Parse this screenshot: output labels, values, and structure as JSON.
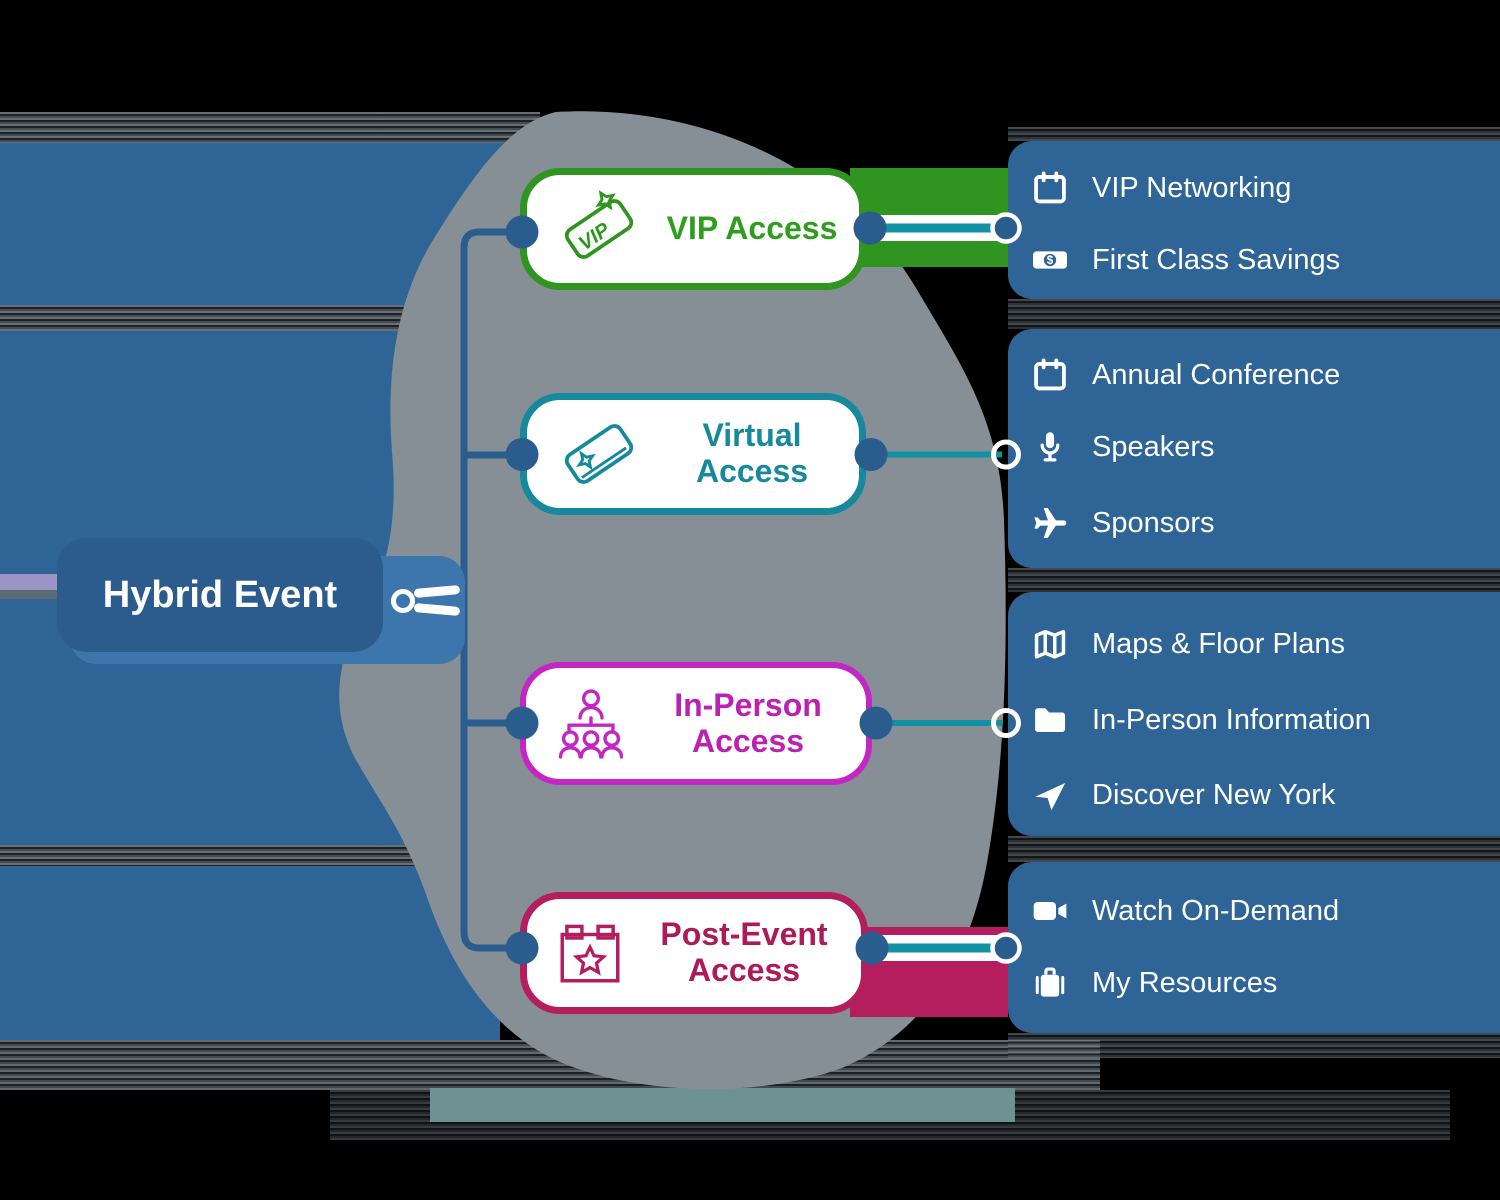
{
  "root": {
    "label": "Hybrid Event"
  },
  "branches": [
    {
      "label": "VIP Access",
      "icon": "vip-ticket-icon",
      "icon_text": "VIP",
      "color": "#2F9420",
      "items": [
        {
          "icon": "calendar-icon",
          "label": "VIP Networking"
        },
        {
          "icon": "cash-icon",
          "label": "First Class Savings"
        }
      ]
    },
    {
      "label": "Virtual Access",
      "icon": "virtual-ticket-icon",
      "color": "#17899D",
      "items": [
        {
          "icon": "calendar-icon",
          "label": "Annual Conference"
        },
        {
          "icon": "microphone-icon",
          "label": "Speakers"
        },
        {
          "icon": "airplane-icon",
          "label": "Sponsors"
        }
      ]
    },
    {
      "label": "In-Person Access",
      "icon": "people-group-icon",
      "color": "#C326C3",
      "items": [
        {
          "icon": "map-icon",
          "label": "Maps & Floor Plans"
        },
        {
          "icon": "folder-icon",
          "label": "In-Person Information"
        },
        {
          "icon": "navigation-icon",
          "label": "Discover New York"
        }
      ]
    },
    {
      "label": "Post-Event Access",
      "icon": "calendar-star-icon",
      "color": "#B41D5E",
      "items": [
        {
          "icon": "video-camera-icon",
          "label": "Watch On-Demand"
        },
        {
          "icon": "luggage-icon",
          "label": "My Resources"
        }
      ]
    }
  ],
  "glyphs": {
    "dollar": "$"
  },
  "colors": {
    "panel_blue": "#2E6496",
    "node_blue": "#2B5C8D",
    "accent_blue": "#3C76AD",
    "connector_blue": "#2A5D8E",
    "line_teal": "#1291A3",
    "blob_gray": "#878F96",
    "green": "#2F9420",
    "teal": "#17899D",
    "magenta": "#C326C3",
    "crimson": "#B41D5E"
  }
}
